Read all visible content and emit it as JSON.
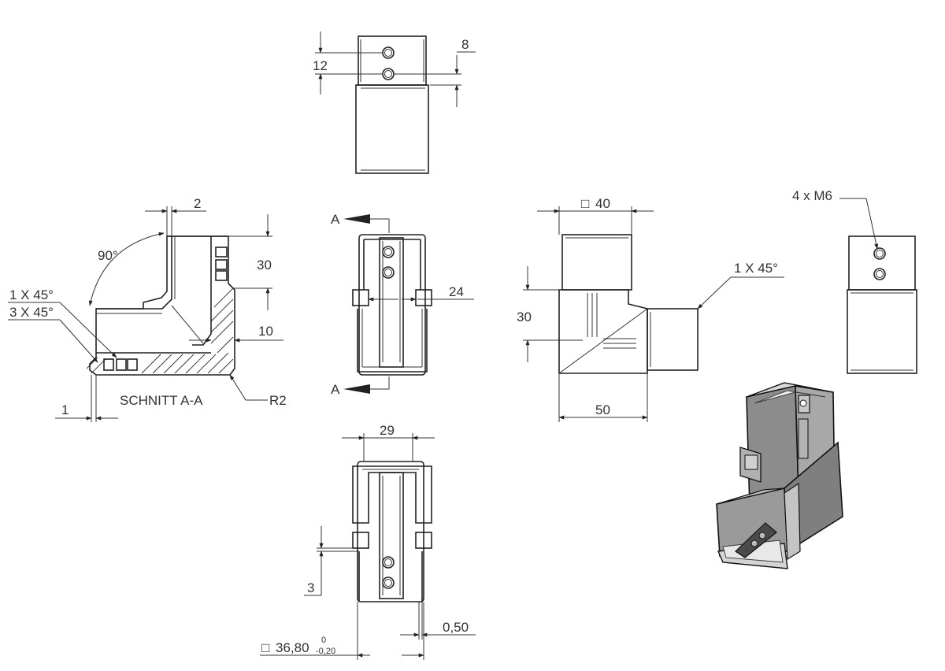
{
  "top_view": {
    "dim_12": "12",
    "dim_8": "8"
  },
  "section_view": {
    "dim_2": "2",
    "angle_90": "90°",
    "dim_30": "30",
    "dim_10": "10",
    "chamfer_1": "1 X 45°",
    "chamfer_3": "3 X 45°",
    "title": "SCHNITT A-A",
    "radius": "R2",
    "dim_1": "1"
  },
  "front_view": {
    "section_mark_top": "A",
    "section_mark_bottom": "A",
    "dim_24": "24"
  },
  "bottom_view": {
    "dim_29": "29",
    "dim_3": "3",
    "dim_050": "0,50",
    "square_symbol": "□",
    "dim_3680": "36,80",
    "tol_upper": "0",
    "tol_lower": "-0,20"
  },
  "side_view": {
    "square_symbol": "□",
    "dim_40": "40",
    "chamfer": "1 X 45°",
    "dim_30": "30",
    "dim_50": "50"
  },
  "right_view": {
    "thread_label": "4 x M6"
  }
}
